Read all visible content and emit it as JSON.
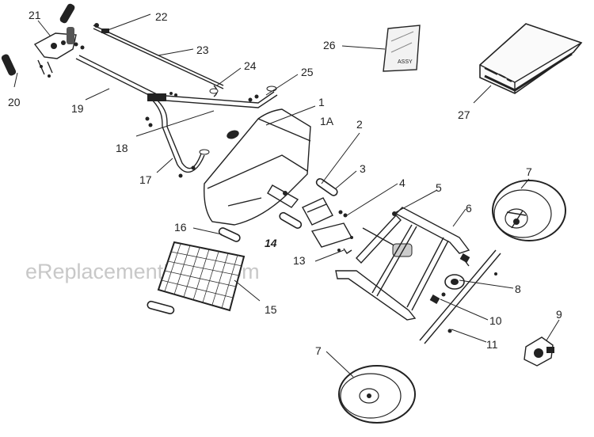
{
  "watermark": "eReplacementParts.com",
  "labels": {
    "p1": "1",
    "p1a": "1A",
    "p2": "2",
    "p3": "3",
    "p4": "4",
    "p5": "5",
    "p6": "6",
    "p7a": "7",
    "p7b": "7",
    "p8": "8",
    "p9": "9",
    "p10": "10",
    "p11": "11",
    "p13": "13",
    "p14": "14",
    "p15": "15",
    "p16": "16",
    "p17": "17",
    "p18": "18",
    "p19": "19",
    "p20": "20",
    "p21": "21",
    "p22": "22",
    "p23": "23",
    "p24": "24",
    "p25": "25",
    "p26": "26",
    "p27": "27"
  },
  "box_text": "ASSY"
}
